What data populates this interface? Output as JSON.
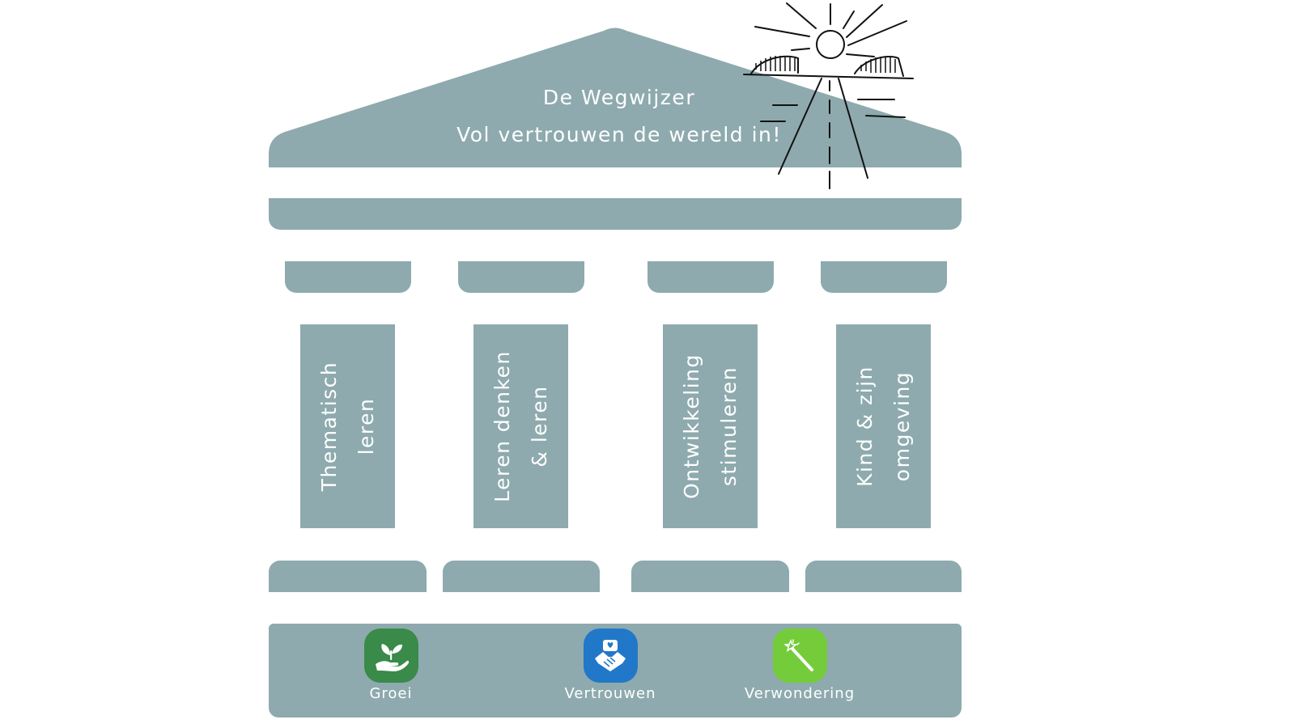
{
  "roof": {
    "title": "De Wegwijzer",
    "subtitle": "Vol vertrouwen de wereld in!"
  },
  "pillars": [
    {
      "line1": "Thematisch",
      "line2": "leren"
    },
    {
      "line1": "Leren denken",
      "line2": "& leren"
    },
    {
      "line1": "Ontwikkeling",
      "line2": "stimuleren"
    },
    {
      "line1": "Kind & zijn",
      "line2": "omgeving"
    }
  ],
  "values": [
    {
      "label": "Groei",
      "icon": "plant-in-hand-icon",
      "color": "#3a8a4a"
    },
    {
      "label": "Vertrouwen",
      "icon": "handshake-heart-icon",
      "color": "#2278c8"
    },
    {
      "label": "Verwondering",
      "icon": "magic-wand-icon",
      "color": "#74cc3a"
    }
  ],
  "colors": {
    "structure": "#8eaaae",
    "text": "#ffffff"
  }
}
